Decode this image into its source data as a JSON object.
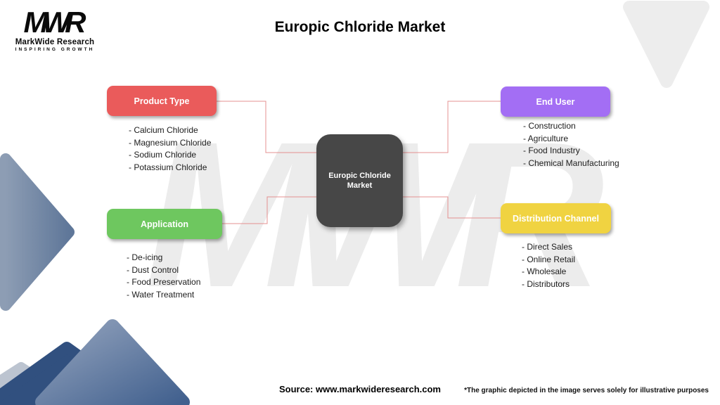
{
  "page": {
    "title": "Europic Chloride Market"
  },
  "logo": {
    "mark": "MWR",
    "name": "MarkWide Research",
    "tagline": "Inspiring Growth"
  },
  "watermark": "MWR",
  "center": {
    "label": "Europic Chloride Market",
    "color": "#474747"
  },
  "segments": {
    "product_type": {
      "label": "Product Type",
      "color": "#ea5b5b",
      "items": [
        "- Calcium Chloride",
        "- Magnesium Chloride",
        "- Sodium Chloride",
        "- Potassium Chloride"
      ]
    },
    "end_user": {
      "label": "End User",
      "color": "#a36ef4",
      "items": [
        "- Construction",
        "- Agriculture",
        "- Food Industry",
        "- Chemical Manufacturing"
      ]
    },
    "application": {
      "label": "Application",
      "color": "#6ec75f",
      "items": [
        "- De-icing",
        "- Dust Control",
        "- Food Preservation",
        "- Water Treatment"
      ]
    },
    "distribution_channel": {
      "label": "Distribution Channel",
      "color": "#f0d341",
      "items": [
        "- Direct Sales",
        "- Online Retail",
        "- Wholesale",
        "- Distributors"
      ]
    }
  },
  "footer": {
    "source": "Source: www.markwideresearch.com",
    "disclaimer": "*The graphic depicted in the image serves solely for illustrative purposes"
  }
}
